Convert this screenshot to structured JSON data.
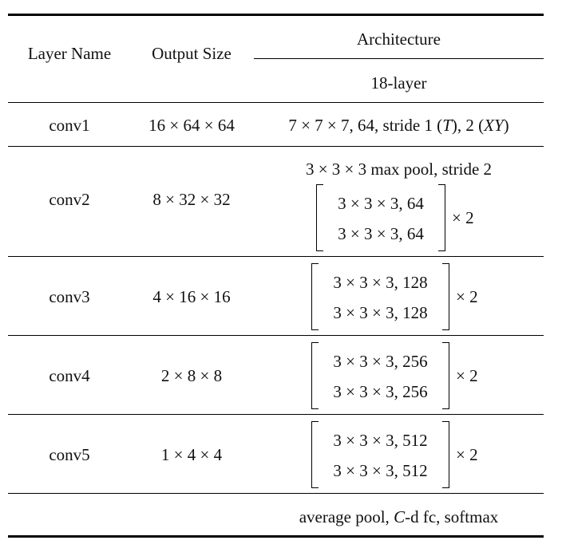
{
  "header": {
    "col1": "Layer Name",
    "col2": "Output Size",
    "col3": "Architecture",
    "col3_sub": "18-layer"
  },
  "rows": [
    {
      "name": "conv1",
      "size": "16 × 64 × 64",
      "arch_pre": "7 × 7 × 7, 64, stride 1 (",
      "arch_t": "T",
      "arch_mid": "), 2 (",
      "arch_xy": "XY",
      "arch_post": ")"
    },
    {
      "name": "conv2",
      "size": "8 × 32 × 32",
      "pre": "3 × 3 × 3 max pool, stride 2",
      "block": [
        "3 × 3 × 3, 64",
        "3 × 3 × 3, 64"
      ],
      "repeat": "× 2"
    },
    {
      "name": "conv3",
      "size": "4 × 16 × 16",
      "block": [
        "3 × 3 × 3, 128",
        "3 × 3 × 3, 128"
      ],
      "repeat": "× 2"
    },
    {
      "name": "conv4",
      "size": "2 × 8 × 8",
      "block": [
        "3 × 3 × 3, 256",
        "3 × 3 × 3, 256"
      ],
      "repeat": "× 2"
    },
    {
      "name": "conv5",
      "size": "1 × 4 × 4",
      "block": [
        "3 × 3 × 3, 512",
        "3 × 3 × 3, 512"
      ],
      "repeat": "× 2"
    }
  ],
  "footer": {
    "pre": "average pool, ",
    "italic": "C",
    "post": "-d fc, softmax"
  }
}
